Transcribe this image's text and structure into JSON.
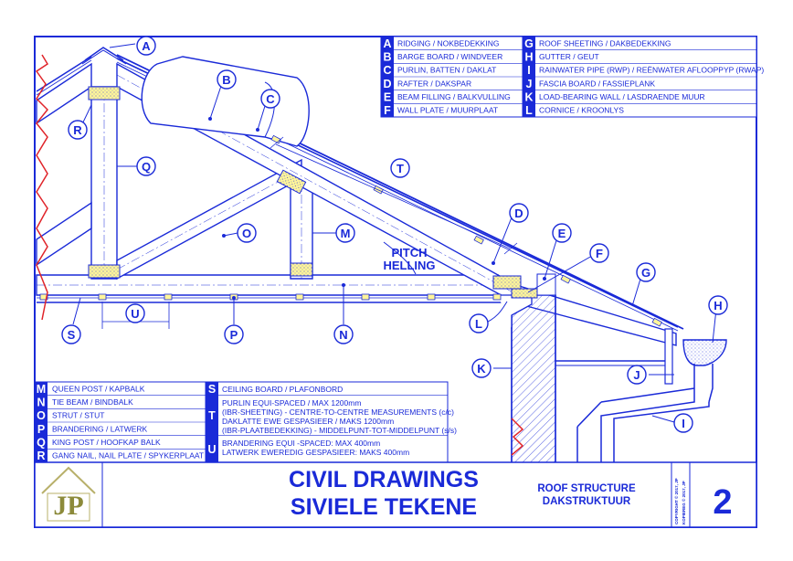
{
  "legend_top": [
    {
      "key": "A",
      "text": "RIDGING / NOKBEDEKKING"
    },
    {
      "key": "B",
      "text": "BARGE BOARD / WINDVEER"
    },
    {
      "key": "C",
      "text": "PURLIN, BATTEN / DAKLAT"
    },
    {
      "key": "D",
      "text": "RAFTER / DAKSPAR"
    },
    {
      "key": "E",
      "text": "BEAM FILLING / BALKVULLING"
    },
    {
      "key": "F",
      "text": "WALL PLATE / MUURPLAAT"
    },
    {
      "key": "G",
      "text": "ROOF SHEETING / DAKBEDEKKING"
    },
    {
      "key": "H",
      "text": "GUTTER / GEUT"
    },
    {
      "key": "I",
      "text": "RAINWATER PIPE (RWP) / REËNWATER AFLOOPPYP (RWAP)"
    },
    {
      "key": "J",
      "text": "FASCIA BOARD / FASSIEPLANK"
    },
    {
      "key": "K",
      "text": "LOAD-BEARING WALL / LASDRAENDE MUUR"
    },
    {
      "key": "L",
      "text": "CORNICE / KROONLYS"
    }
  ],
  "legend_bottom_left": [
    {
      "key": "M",
      "text": "QUEEN POST / KAPBALK"
    },
    {
      "key": "N",
      "text": "TIE BEAM / BINDBALK"
    },
    {
      "key": "O",
      "text": "STRUT / STUT"
    },
    {
      "key": "P",
      "text": "BRANDERING / LATWERK"
    },
    {
      "key": "Q",
      "text": "KING POST / HOOFKAP BALK"
    },
    {
      "key": "R",
      "text": "GANG NAIL, NAIL PLATE / SPYKERPLAAT"
    }
  ],
  "legend_bottom_right": {
    "S": {
      "key": "S",
      "text": "CEILING BOARD / PLAFONBORD"
    },
    "T": {
      "key": "T",
      "lines": [
        "PURLIN EQUI-SPACED / MAX 1200mm",
        "(IBR-SHEETING) - CENTRE-TO-CENTRE MEASUREMENTS (c/c)",
        "DAKLATTE EWE GESPASIEER / MAKS 1200mm",
        "(IBR-PLAATBEDEKKING) - MIDDELPUNT-TOT-MIDDELPUNT (s/s)"
      ]
    },
    "U": {
      "key": "U",
      "lines": [
        "BRANDERING EQUI -SPACED: MAX 400mm",
        "LATWERK EWEREDIG GESPASIEER: MAKS 400mm"
      ]
    }
  },
  "callouts": {
    "A": "A",
    "B": "B",
    "C": "C",
    "D": "D",
    "E": "E",
    "F": "F",
    "G": "G",
    "H": "H",
    "I": "I",
    "J": "J",
    "K": "K",
    "L": "L",
    "M": "M",
    "N": "N",
    "O": "O",
    "P": "P",
    "Q": "Q",
    "R": "R",
    "S": "S",
    "T": "T",
    "U": "U"
  },
  "pitch_label": [
    "PITCH",
    "HELLING"
  ],
  "title_block": {
    "logo": "JP",
    "title_line1": "CIVIL DRAWINGS",
    "title_line2": "SIVIELE TEKENE",
    "subtitle_line1": "ROOF STRUCTURE",
    "subtitle_line2": "DAKSTRUKTUUR",
    "copyright_line1": "COPYRIGHT © 2017, JP",
    "copyright_line2": "KOPIEREG © 2017, JP",
    "sheet_number": "2"
  },
  "colors": {
    "line": "#1a2ad8",
    "timber": "#fff59a",
    "border": "#1a2ad8"
  }
}
